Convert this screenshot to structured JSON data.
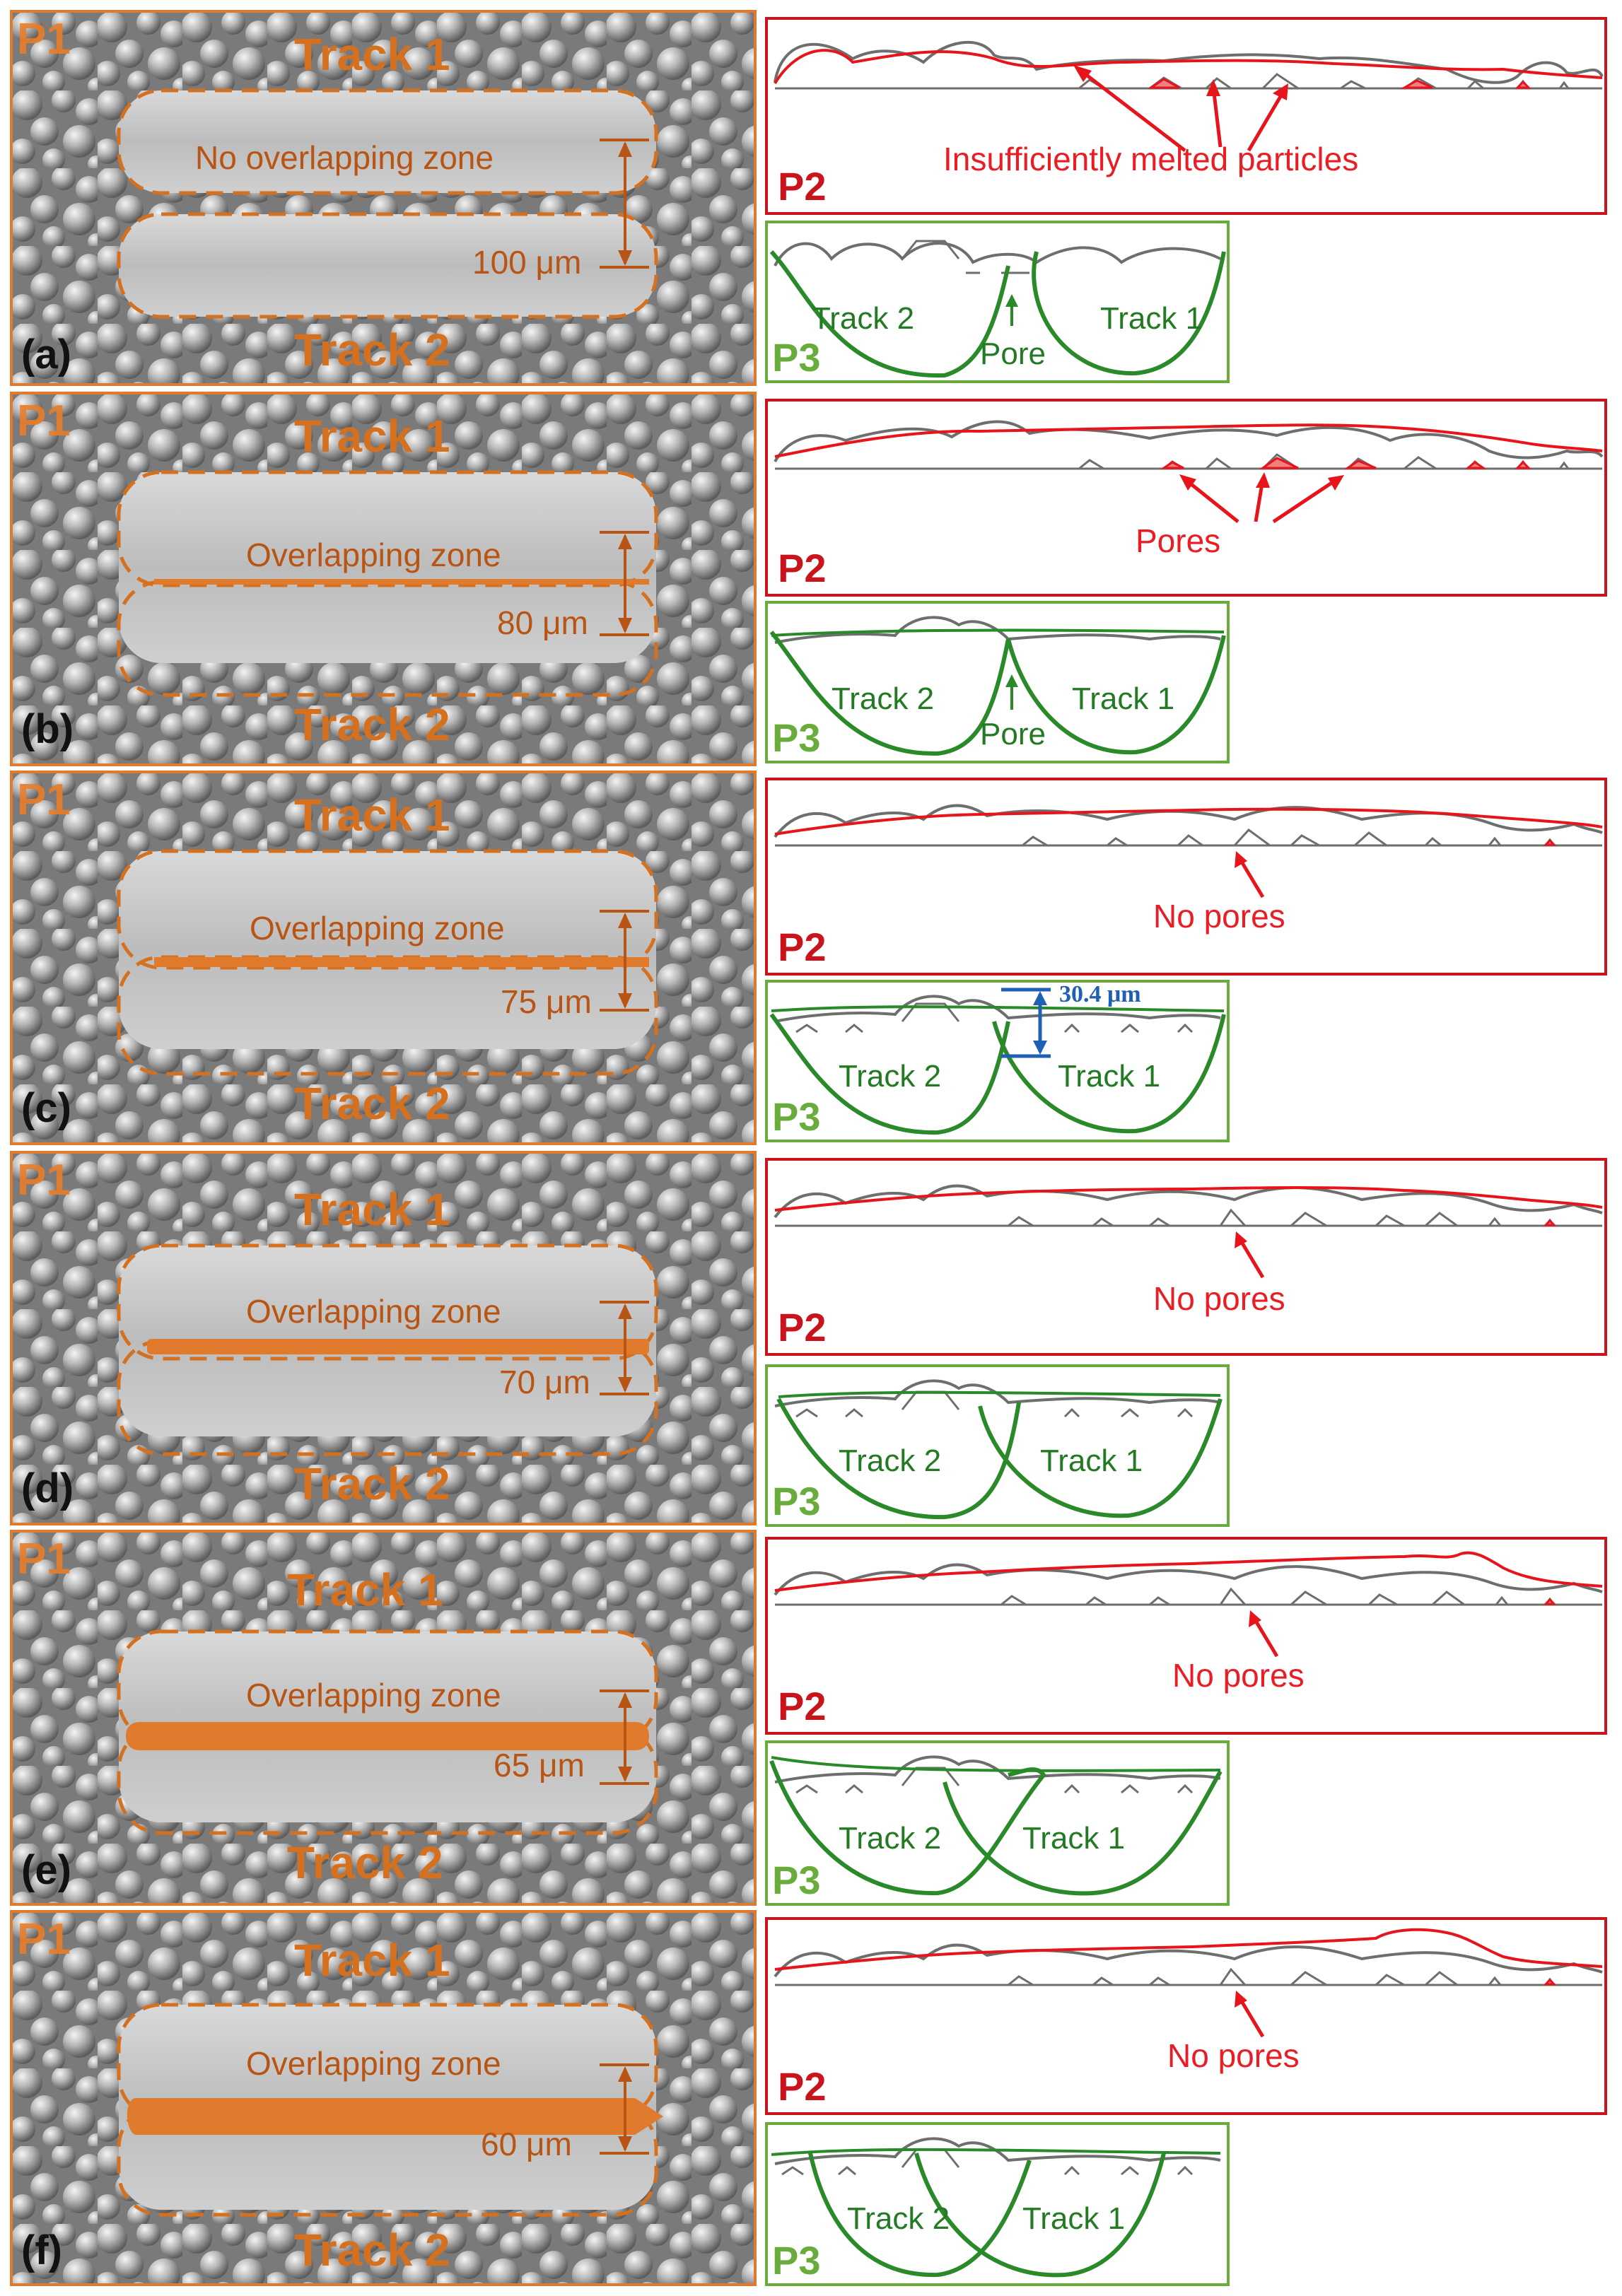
{
  "panels": [
    {
      "id": "a",
      "p1": {
        "label": "P1",
        "track1": "Track 1",
        "track2": "Track 2",
        "zone": "No overlapping zone",
        "measure": "100 μm",
        "sub": "(a)"
      },
      "p2": {
        "label": "P2",
        "note": "Insufficiently melted particles"
      },
      "p3": {
        "label": "P3",
        "track2": "Track 2",
        "track1": "Track 1",
        "note": "Pore",
        "dimension": ""
      }
    },
    {
      "id": "b",
      "p1": {
        "label": "P1",
        "track1": "Track 1",
        "track2": "Track 2",
        "zone": "Overlapping zone",
        "measure": "80 μm",
        "sub": "(b)"
      },
      "p2": {
        "label": "P2",
        "note": "Pores"
      },
      "p3": {
        "label": "P3",
        "track2": "Track 2",
        "track1": "Track 1",
        "note": "Pore",
        "dimension": ""
      }
    },
    {
      "id": "c",
      "p1": {
        "label": "P1",
        "track1": "Track 1",
        "track2": "Track 2",
        "zone": "Overlapping zone",
        "measure": "75 μm",
        "sub": "(c)"
      },
      "p2": {
        "label": "P2",
        "note": "No pores"
      },
      "p3": {
        "label": "P3",
        "track2": "Track 2",
        "track1": "Track 1",
        "note": "",
        "dimension": "30.4 μm"
      }
    },
    {
      "id": "d",
      "p1": {
        "label": "P1",
        "track1": "Track 1",
        "track2": "Track 2",
        "zone": "Overlapping zone",
        "measure": "70 μm",
        "sub": "(d)"
      },
      "p2": {
        "label": "P2",
        "note": "No pores"
      },
      "p3": {
        "label": "P3",
        "track2": "Track 2",
        "track1": "Track 1",
        "note": "",
        "dimension": ""
      }
    },
    {
      "id": "e",
      "p1": {
        "label": "P1",
        "track1": "Track 1",
        "track2": "Track 2",
        "zone": "Overlapping zone",
        "measure": "65 μm",
        "sub": "(e)"
      },
      "p2": {
        "label": "P2",
        "note": "No pores"
      },
      "p3": {
        "label": "P3",
        "track2": "Track 2",
        "track1": "Track 1",
        "note": "",
        "dimension": ""
      }
    },
    {
      "id": "f",
      "p1": {
        "label": "P1",
        "track1": "Track 1",
        "track2": "Track 2",
        "zone": "Overlapping zone",
        "measure": "60 μm",
        "sub": "(f)"
      },
      "p2": {
        "label": "P2",
        "note": "No pores"
      },
      "p3": {
        "label": "P3",
        "track2": "Track 2",
        "track1": "Track 1",
        "note": "",
        "dimension": ""
      }
    }
  ],
  "colors": {
    "p1_border": "#e07b2e",
    "p2_border": "#c9141c",
    "p3_border": "#6aac3c",
    "melt_pool": "#2a8a2a",
    "surface_line": "#e8141c",
    "particle_outline": "#6e6e6e",
    "dimension": "#1f5fb4"
  }
}
